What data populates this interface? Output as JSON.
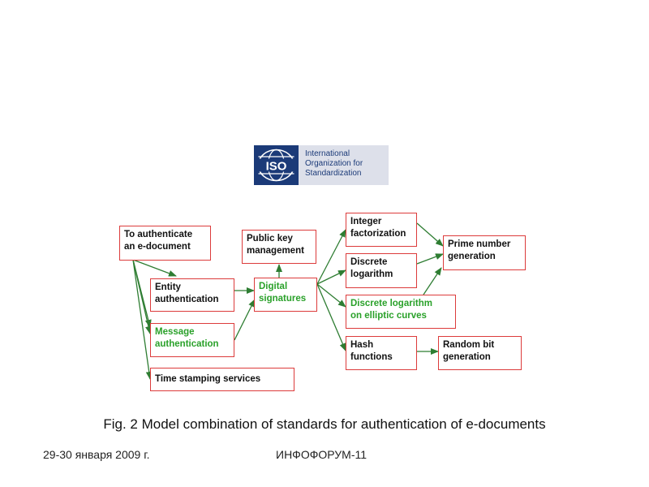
{
  "iso_logo": {
    "mark_text": "ISO",
    "lines": [
      "International",
      "Organization for",
      "Standardization"
    ]
  },
  "nodes": {
    "authenticate": [
      "To authenticate",
      "an e-document"
    ],
    "entity": [
      "Entity",
      "authentication"
    ],
    "message": [
      "Message",
      "authentication"
    ],
    "timestamp": [
      "Time stamping services"
    ],
    "pubkey": [
      "Public key",
      "management"
    ],
    "digsig": [
      "Digital",
      "signatures"
    ],
    "intfact": [
      "Integer",
      "factorization"
    ],
    "dlog": [
      "Discrete",
      "logarithm"
    ],
    "ecdlog": [
      "Discrete logarithm",
      "on elliptic curves"
    ],
    "hash": [
      "Hash",
      "functions"
    ],
    "prime": [
      "Prime number",
      "generation"
    ],
    "random": [
      "Random bit",
      "generation"
    ]
  },
  "caption": "Fig. 2  Model combination of standards for authentication of e-documents",
  "footer": {
    "date": "29-30 января 2009 г.",
    "event": "ИНФОФОРУМ-11"
  },
  "colors": {
    "box_border": "#dc3b3b",
    "arrow": "#2e7d32",
    "green_text": "#2aa12a",
    "iso_blue": "#1b3a78"
  }
}
